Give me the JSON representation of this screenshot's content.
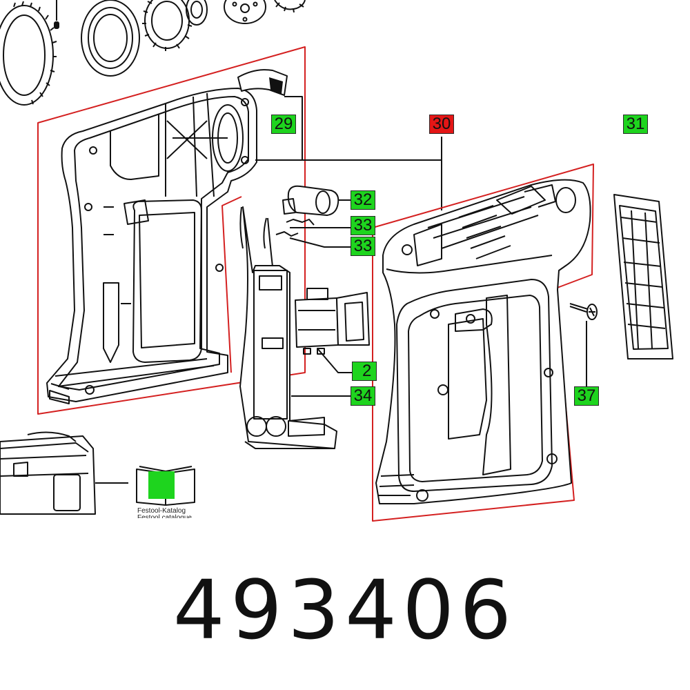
{
  "part_number": "493406",
  "callouts": [
    {
      "id": "29",
      "color": "green"
    },
    {
      "id": "30",
      "color": "red"
    },
    {
      "id": "31",
      "color": "green"
    },
    {
      "id": "32",
      "color": "green"
    },
    {
      "id": "33",
      "color": "green"
    },
    {
      "id": "33",
      "color": "green"
    },
    {
      "id": "2",
      "color": "green"
    },
    {
      "id": "34",
      "color": "green"
    },
    {
      "id": "37",
      "color": "green"
    }
  ],
  "catalog": {
    "caption_de": "Festool-Katalog",
    "caption_en": "Festool catalogue",
    "icon": "open-book-icon"
  },
  "colors": {
    "highlight_green": "#1ed41e",
    "highlight_red": "#e41616",
    "outline_red": "#d42020",
    "line": "#111111"
  }
}
